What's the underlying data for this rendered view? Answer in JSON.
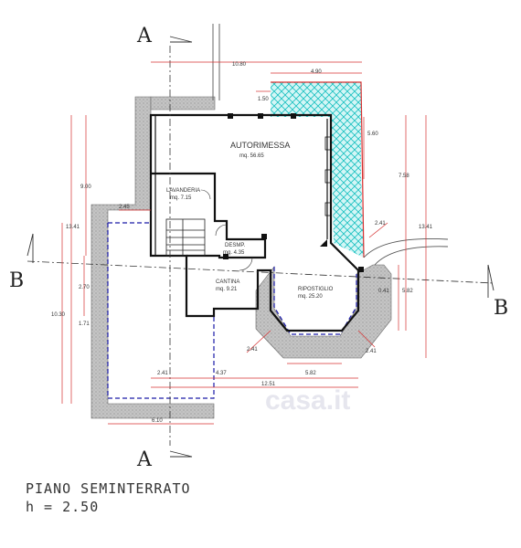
{
  "plan": {
    "title": "PIANO SEMINTERRATO",
    "height_label": "h = 2.50",
    "section_a": "A",
    "section_b": "B",
    "watermark": "casa.it",
    "colors": {
      "wall": "#c8c8c8",
      "red": "#d63030",
      "blue": "#1a1aa8",
      "hatch": "#18c0c0",
      "hatch_bg": "#d4f6f6"
    },
    "rooms": {
      "garage_name": "AUTORIMESSA",
      "garage_area": "mq. 56.65",
      "laundry_name": "LAVANDERIA",
      "laundry_area": "mq. 7.15",
      "storage_name": "DESMP.",
      "storage_area": "mq. 4.35",
      "cellar_name": "CANTINA",
      "cellar_area": "mq. 9.21",
      "closet_name": "RIPOSTIGLIO",
      "closet_area": "mq. 25.20"
    },
    "dims": {
      "top_total": "10.80",
      "top_hatch": "4.90",
      "top_small": "1.50",
      "right_hatch": "5.60",
      "right_main": "7.58",
      "right_total": "13.41",
      "right_low": "5.82",
      "left_total": "13.41",
      "left_upper": "9.00",
      "left_lower": "10.30",
      "left_mid": "2.70",
      "left_small": "1.71",
      "diag_right": "2.41",
      "diag_right2": "0.41",
      "top_left_step": "2.45",
      "bot_a": "2.41",
      "bot_b": "4.37",
      "bot_c": "2.41",
      "bot_d": "2.41",
      "bot_e": "5.82",
      "bot_total": "12.51",
      "bot_left": "6.10"
    }
  }
}
